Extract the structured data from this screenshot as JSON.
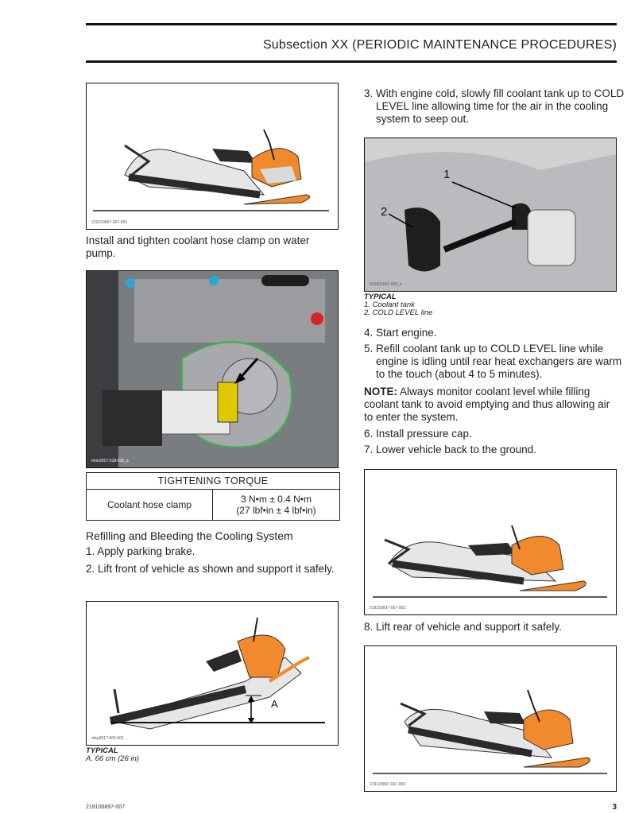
{
  "header": {
    "title": "Subsection XX (PERIODIC MAINTENANCE PROCEDURES)"
  },
  "figures": {
    "fig1_code": "219100897-007-003",
    "fig2_code": "mmr2017-018-025_a",
    "fig3_code": "mbg2017-005-001",
    "fig4_code": "520001602-009_a",
    "fig5_code": "219100897-007-003",
    "fig6_code": "219100897-007-003",
    "fig3_label_a": "A",
    "fig4_label_1": "1",
    "fig4_label_2": "2"
  },
  "left": {
    "install_text": "Install and tighten coolant hose clamp on water pump.",
    "torque_table": {
      "header": "TIGHTENING TORQUE",
      "item": "Coolant hose clamp",
      "value_line1": "3 N•m ± 0.4 N•m",
      "value_line2": "(27 lbf•in ± 4 lbf•in)"
    },
    "section_title": "Refilling and Bleeding the Cooling System",
    "step1": "1. Apply parking brake.",
    "step2": "2. Lift front of vehicle as shown and support it safely.",
    "caption_title": "TYPICAL",
    "caption_a": "A.  66 cm (26 in)"
  },
  "right": {
    "step3": "3. With engine cold, slowly fill coolant tank up to COLD LEVEL line allowing time for the air in the cooling system to seep out.",
    "caption_title": "TYPICAL",
    "caption_1": "1.  Coolant tank",
    "caption_2": "2.  COLD LEVEL line",
    "step4": "4. Start engine.",
    "step5": "5. Refill coolant tank up to COLD LEVEL line while engine is idling until rear heat exchangers are warm to the touch (about 4 to 5 minutes).",
    "note_label": "NOTE:",
    "note_text": " Always monitor coolant level while filling coolant tank to avoid emptying and thus allowing air to enter the system.",
    "step6": "6. Install pressure cap.",
    "step7": "7. Lower vehicle back to the ground.",
    "step8": "8. Lift rear of vehicle and support it safely."
  },
  "footer": {
    "doc_code": "219100897-007",
    "page_number": "3"
  },
  "colors": {
    "orange": "#f08a2c",
    "track": "#2a2a2a",
    "panel": "#d9dadc",
    "green": "#3cb34a"
  }
}
